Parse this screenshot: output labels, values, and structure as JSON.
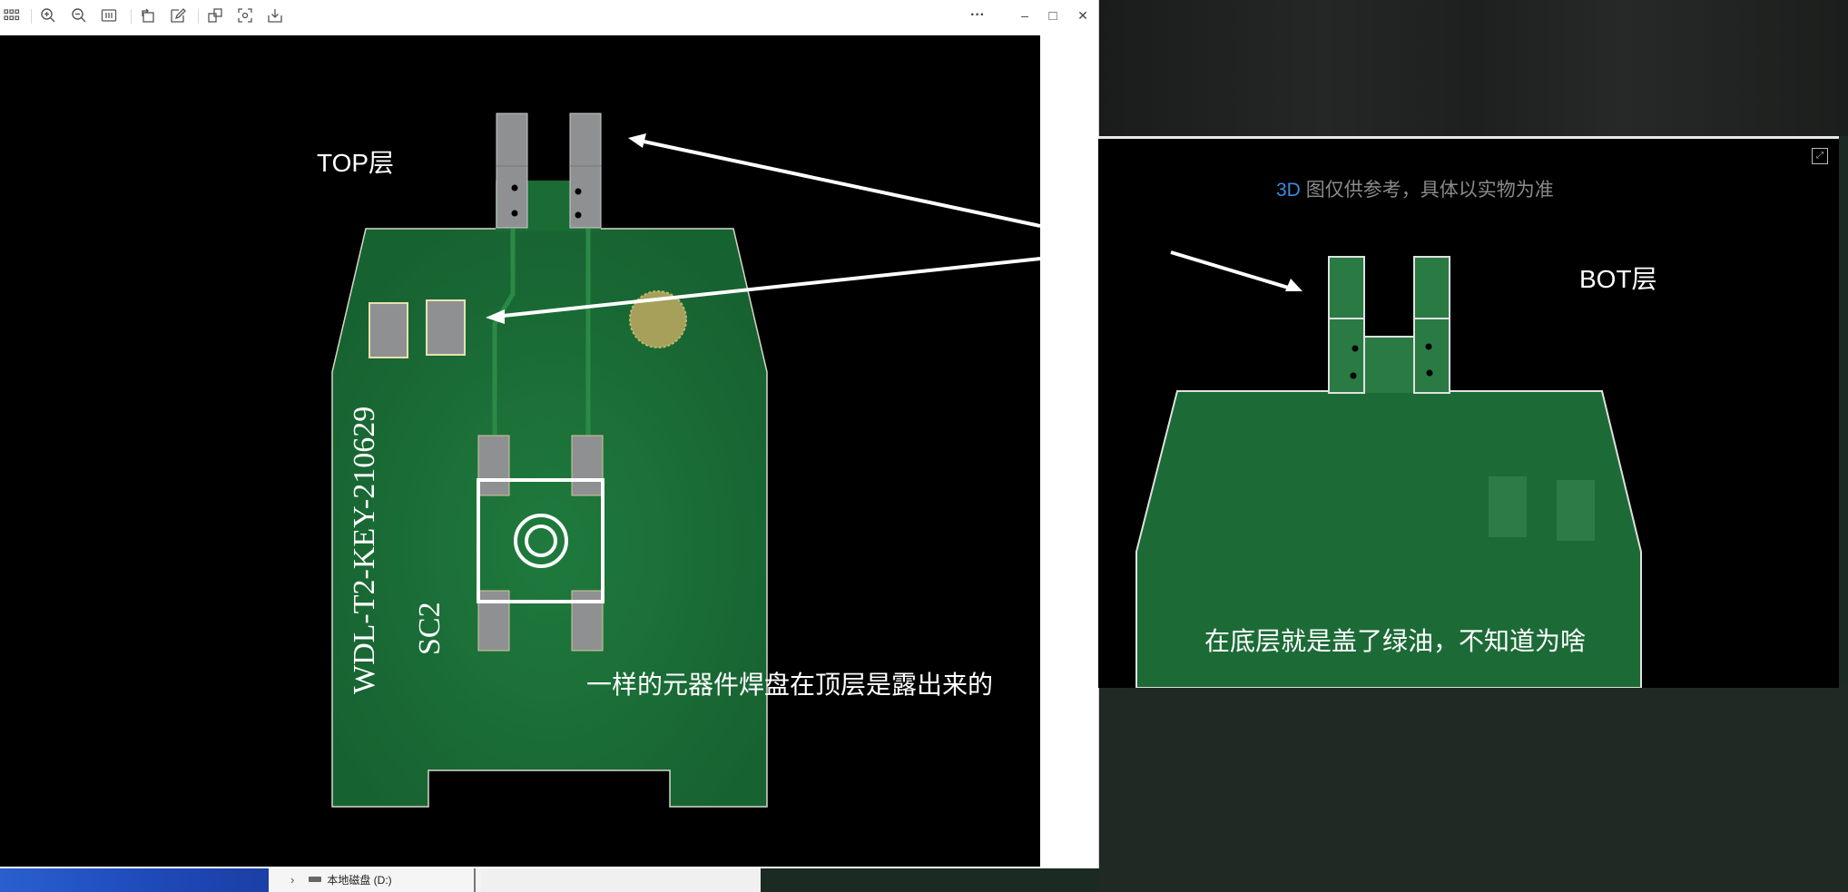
{
  "viewer": {
    "toolbar": {
      "apps_icon": "grid-icon",
      "zoom_in_icon": "zoom-in-icon",
      "zoom_out_icon": "zoom-out-icon",
      "fit_icon": "fit-icon",
      "rotate_icon": "rotate-icon",
      "edit_icon": "edit-icon",
      "crop_icon": "crop-icon",
      "focus_icon": "focus-icon",
      "save_icon": "save-icon",
      "more_label": "···",
      "minimize_label": "–",
      "maximize_label": "□",
      "close_label": "✕"
    },
    "image": {
      "top_label": "TOP层",
      "silk_main": "WDL-T2-KEY-210629",
      "silk_sc": "SC2",
      "annotation_top": "一样的元器件焊盘在顶层是露出来的"
    }
  },
  "panel": {
    "caption_accent": "3D",
    "caption_rest": " 图仅供参考，具体以实物为准",
    "bot_label": "BOT层",
    "annotation_bot": "在底层就是盖了绿油，不知道为啥"
  },
  "taskbar": {
    "disk_label": "本地磁盘 (D:)"
  },
  "colors": {
    "pcb_green": "#1b6b35",
    "pad_gray": "#8f9091",
    "caption_accent": "#3a8dde"
  }
}
